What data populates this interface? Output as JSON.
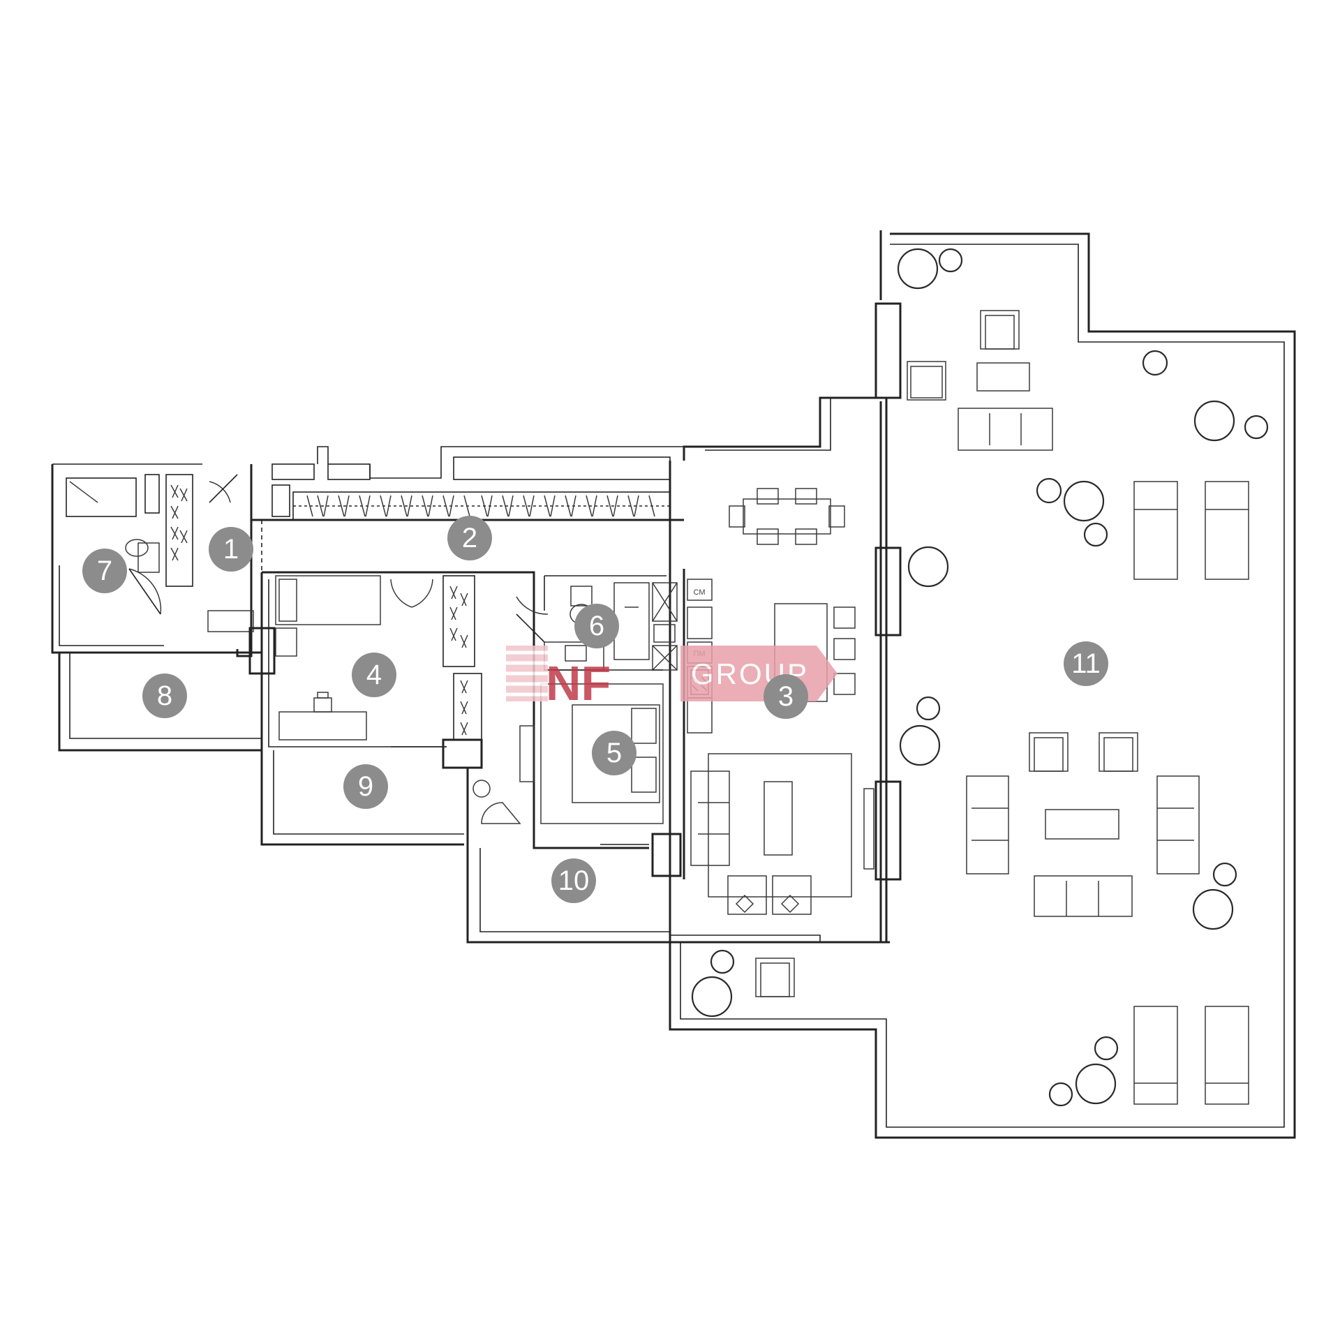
{
  "plan": {
    "rooms": [
      {
        "id": "room-1",
        "label": "1"
      },
      {
        "id": "room-2",
        "label": "2"
      },
      {
        "id": "room-3",
        "label": "3"
      },
      {
        "id": "room-4",
        "label": "4"
      },
      {
        "id": "room-5",
        "label": "5"
      },
      {
        "id": "room-6",
        "label": "6"
      },
      {
        "id": "room-7",
        "label": "7"
      },
      {
        "id": "room-8",
        "label": "8"
      },
      {
        "id": "room-9",
        "label": "9"
      },
      {
        "id": "room-10",
        "label": "10"
      },
      {
        "id": "room-11",
        "label": "11"
      }
    ],
    "appliances": {
      "washing_machine": "СМ",
      "dishwasher": "ПМ"
    }
  },
  "watermark": {
    "brand_strong": "NF",
    "brand_text": "GROUP",
    "accent_color": "#e8a0aa"
  }
}
